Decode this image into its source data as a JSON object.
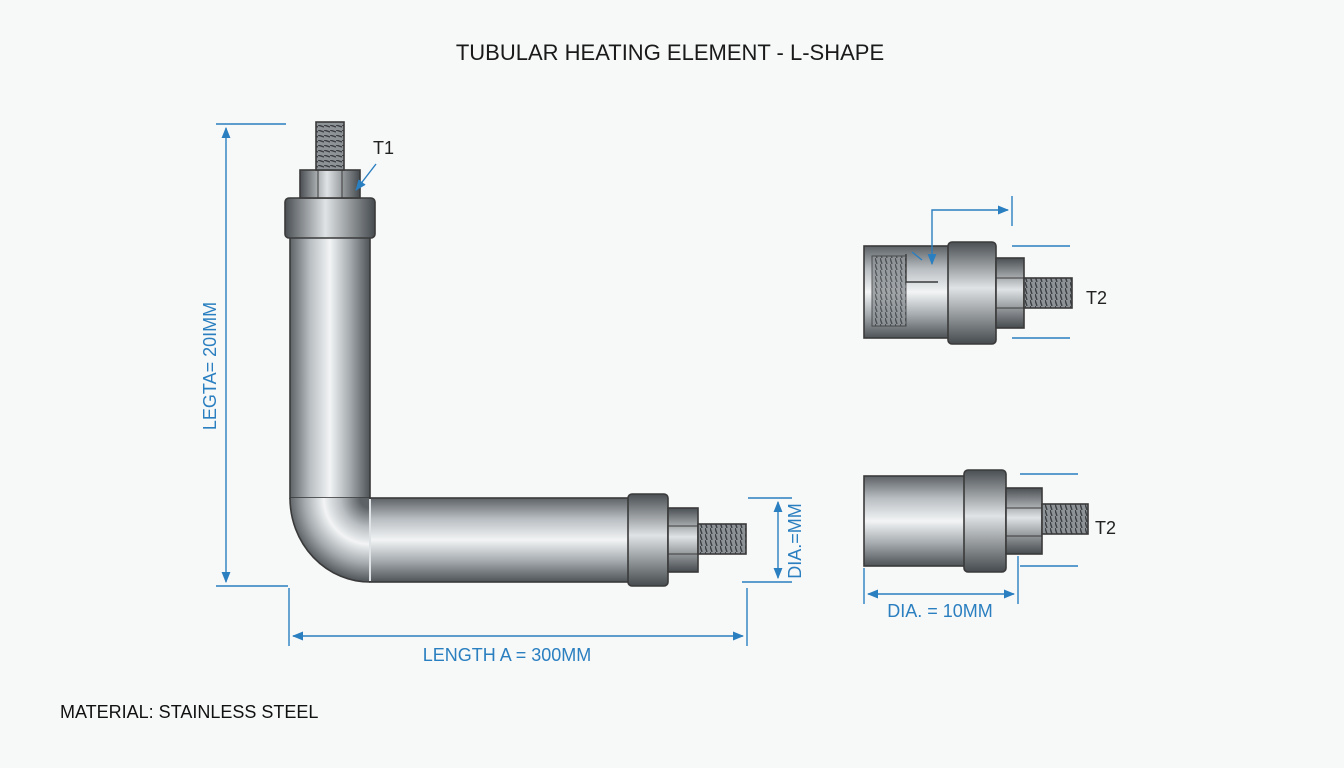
{
  "title": "TUBULAR HEATING ELEMENT - L-SHAPE",
  "dimensions": {
    "vertical_length": "LEGTA= 20IMM",
    "horizontal_length": "LENGTH A = 300MM",
    "end_diameter": "DIA.=MM",
    "detail_diameter": "DIA. = 10MM"
  },
  "terminals": {
    "top": "T1",
    "detail_upper": "T2",
    "detail_lower": "T2"
  },
  "material_note": "MATERIAL: STAINLESS STEEL",
  "colors": {
    "dimension_lines": "#2a7fc0",
    "steel_dark": "#5d6266",
    "steel_light": "#f2f4f5",
    "background": "#f7f8f8"
  }
}
